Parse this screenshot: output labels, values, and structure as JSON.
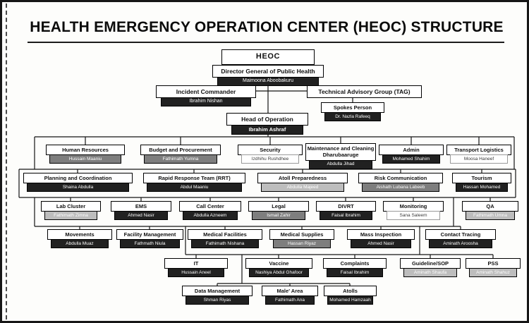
{
  "title": "HEALTH EMERGENCY OPERATION CENTER (HEOC) STRUCTURE",
  "colors": {
    "box_dark": "#212121",
    "box_gray": "#7e7e7e",
    "box_lightgray": "#bdbdbd",
    "line": "#111111",
    "paper": "#fdfdfb"
  },
  "top": {
    "heoc": {
      "title": "HEOC"
    },
    "director_general": {
      "title": "Director General of Public Health",
      "name": "Maimoona Aboobakuru",
      "tone": "black"
    },
    "incident_commander": {
      "title": "Incident Commander",
      "name": "Ibrahim Nishan",
      "tone": "black"
    },
    "tag": {
      "title": "Technical Advisory Group (TAG)"
    },
    "spokes_person": {
      "title": "Spokes Person",
      "name": "Dr. Nazla Rafeeq",
      "tone": "black"
    },
    "head_of_operation": {
      "title": "Head of Operation",
      "name": "Ibrahim Ashraf",
      "tone": "black"
    }
  },
  "rows": [
    [
      {
        "title": "Human Resources",
        "name": "Hussain Maaniu",
        "tone": "gray"
      },
      {
        "title": "Budget and Procurement",
        "name": "Fathimath Yumna",
        "tone": "gray"
      },
      {
        "title": "Security",
        "name": "Izdhihu Rushdhee",
        "tone": "white"
      },
      {
        "title": "Maintenance and Cleaning Dharubaaruge",
        "name": "Abdulla Jihad",
        "tone": "black"
      },
      {
        "title": "Admin",
        "name": "Mohamed Shahim",
        "tone": "black"
      },
      {
        "title": "Transport Logistics",
        "name": "Moosa Haneef",
        "tone": "white"
      }
    ],
    [
      {
        "title": "Planning and Coordination",
        "name": "Shaina Abdulla",
        "tone": "black"
      },
      {
        "title": "Rapid Response Team (RRT)",
        "name": "Abdul Maaniu",
        "tone": "black"
      },
      {
        "title": "Atoll Preparedness",
        "name": "Abdulla Majeed",
        "tone": "lightgray"
      },
      {
        "title": "Risk Communication",
        "name": "Aishath Lubana Labeeb",
        "tone": "gray"
      },
      {
        "title": "Tourism",
        "name": "Hassan Mohamed",
        "tone": "black"
      }
    ],
    [
      {
        "title": "Lab Cluster",
        "name": "Fathimath Zimna",
        "tone": "lightgray"
      },
      {
        "title": "EMS",
        "name": "Ahmed Nasir",
        "tone": "black"
      },
      {
        "title": "Call Center",
        "name": "Abdulla Azneem",
        "tone": "black"
      },
      {
        "title": "Legal",
        "name": "Ismail Zahir",
        "tone": "gray"
      },
      {
        "title": "DIVRT",
        "name": "Faisal Ibrahim",
        "tone": "black"
      },
      {
        "title": "Monitoring",
        "name": "Sana Saleem",
        "tone": "white"
      },
      {
        "title": "QA",
        "name": "Fathimath Umna",
        "tone": "lightgray"
      }
    ],
    [
      {
        "title": "Movements",
        "name": "Abdulla Muaz",
        "tone": "black"
      },
      {
        "title": "Facility Management",
        "name": "Fathmath Niula",
        "tone": "black"
      },
      {
        "title": "Medical Facilities",
        "name": "Fathimath Nishana",
        "tone": "black"
      },
      {
        "title": "Medical Supplies",
        "name": "Hassan Riyaz",
        "tone": "gray"
      },
      {
        "title": "Mass Inspection",
        "name": "Ahmed Nasir",
        "tone": "black"
      },
      {
        "title": "Contact Tracing",
        "name": "Aminath Aroosha",
        "tone": "black"
      }
    ],
    [
      {
        "title": "IT",
        "name": "Hussain Aneel",
        "tone": "black"
      },
      {
        "title": "Vaccine",
        "name": "Nashiya Abdul Ghafoor",
        "tone": "black"
      },
      {
        "title": "Complaints",
        "name": "Faisal Ibrahim",
        "tone": "black"
      },
      {
        "title": "Guideline/SOP",
        "name": "Aminath Shaufa",
        "tone": "lightgray"
      },
      {
        "title": "PSS",
        "name": "Aminath Shahuz",
        "tone": "lightgray"
      }
    ],
    [
      {
        "title": "Data Management",
        "name": "Shman Riyas",
        "tone": "black"
      },
      {
        "title": "Male' Area",
        "name": "Fathimath Ana",
        "tone": "black"
      },
      {
        "title": "Atolls",
        "name": "Mohamed Hamzaah",
        "tone": "black"
      }
    ]
  ]
}
